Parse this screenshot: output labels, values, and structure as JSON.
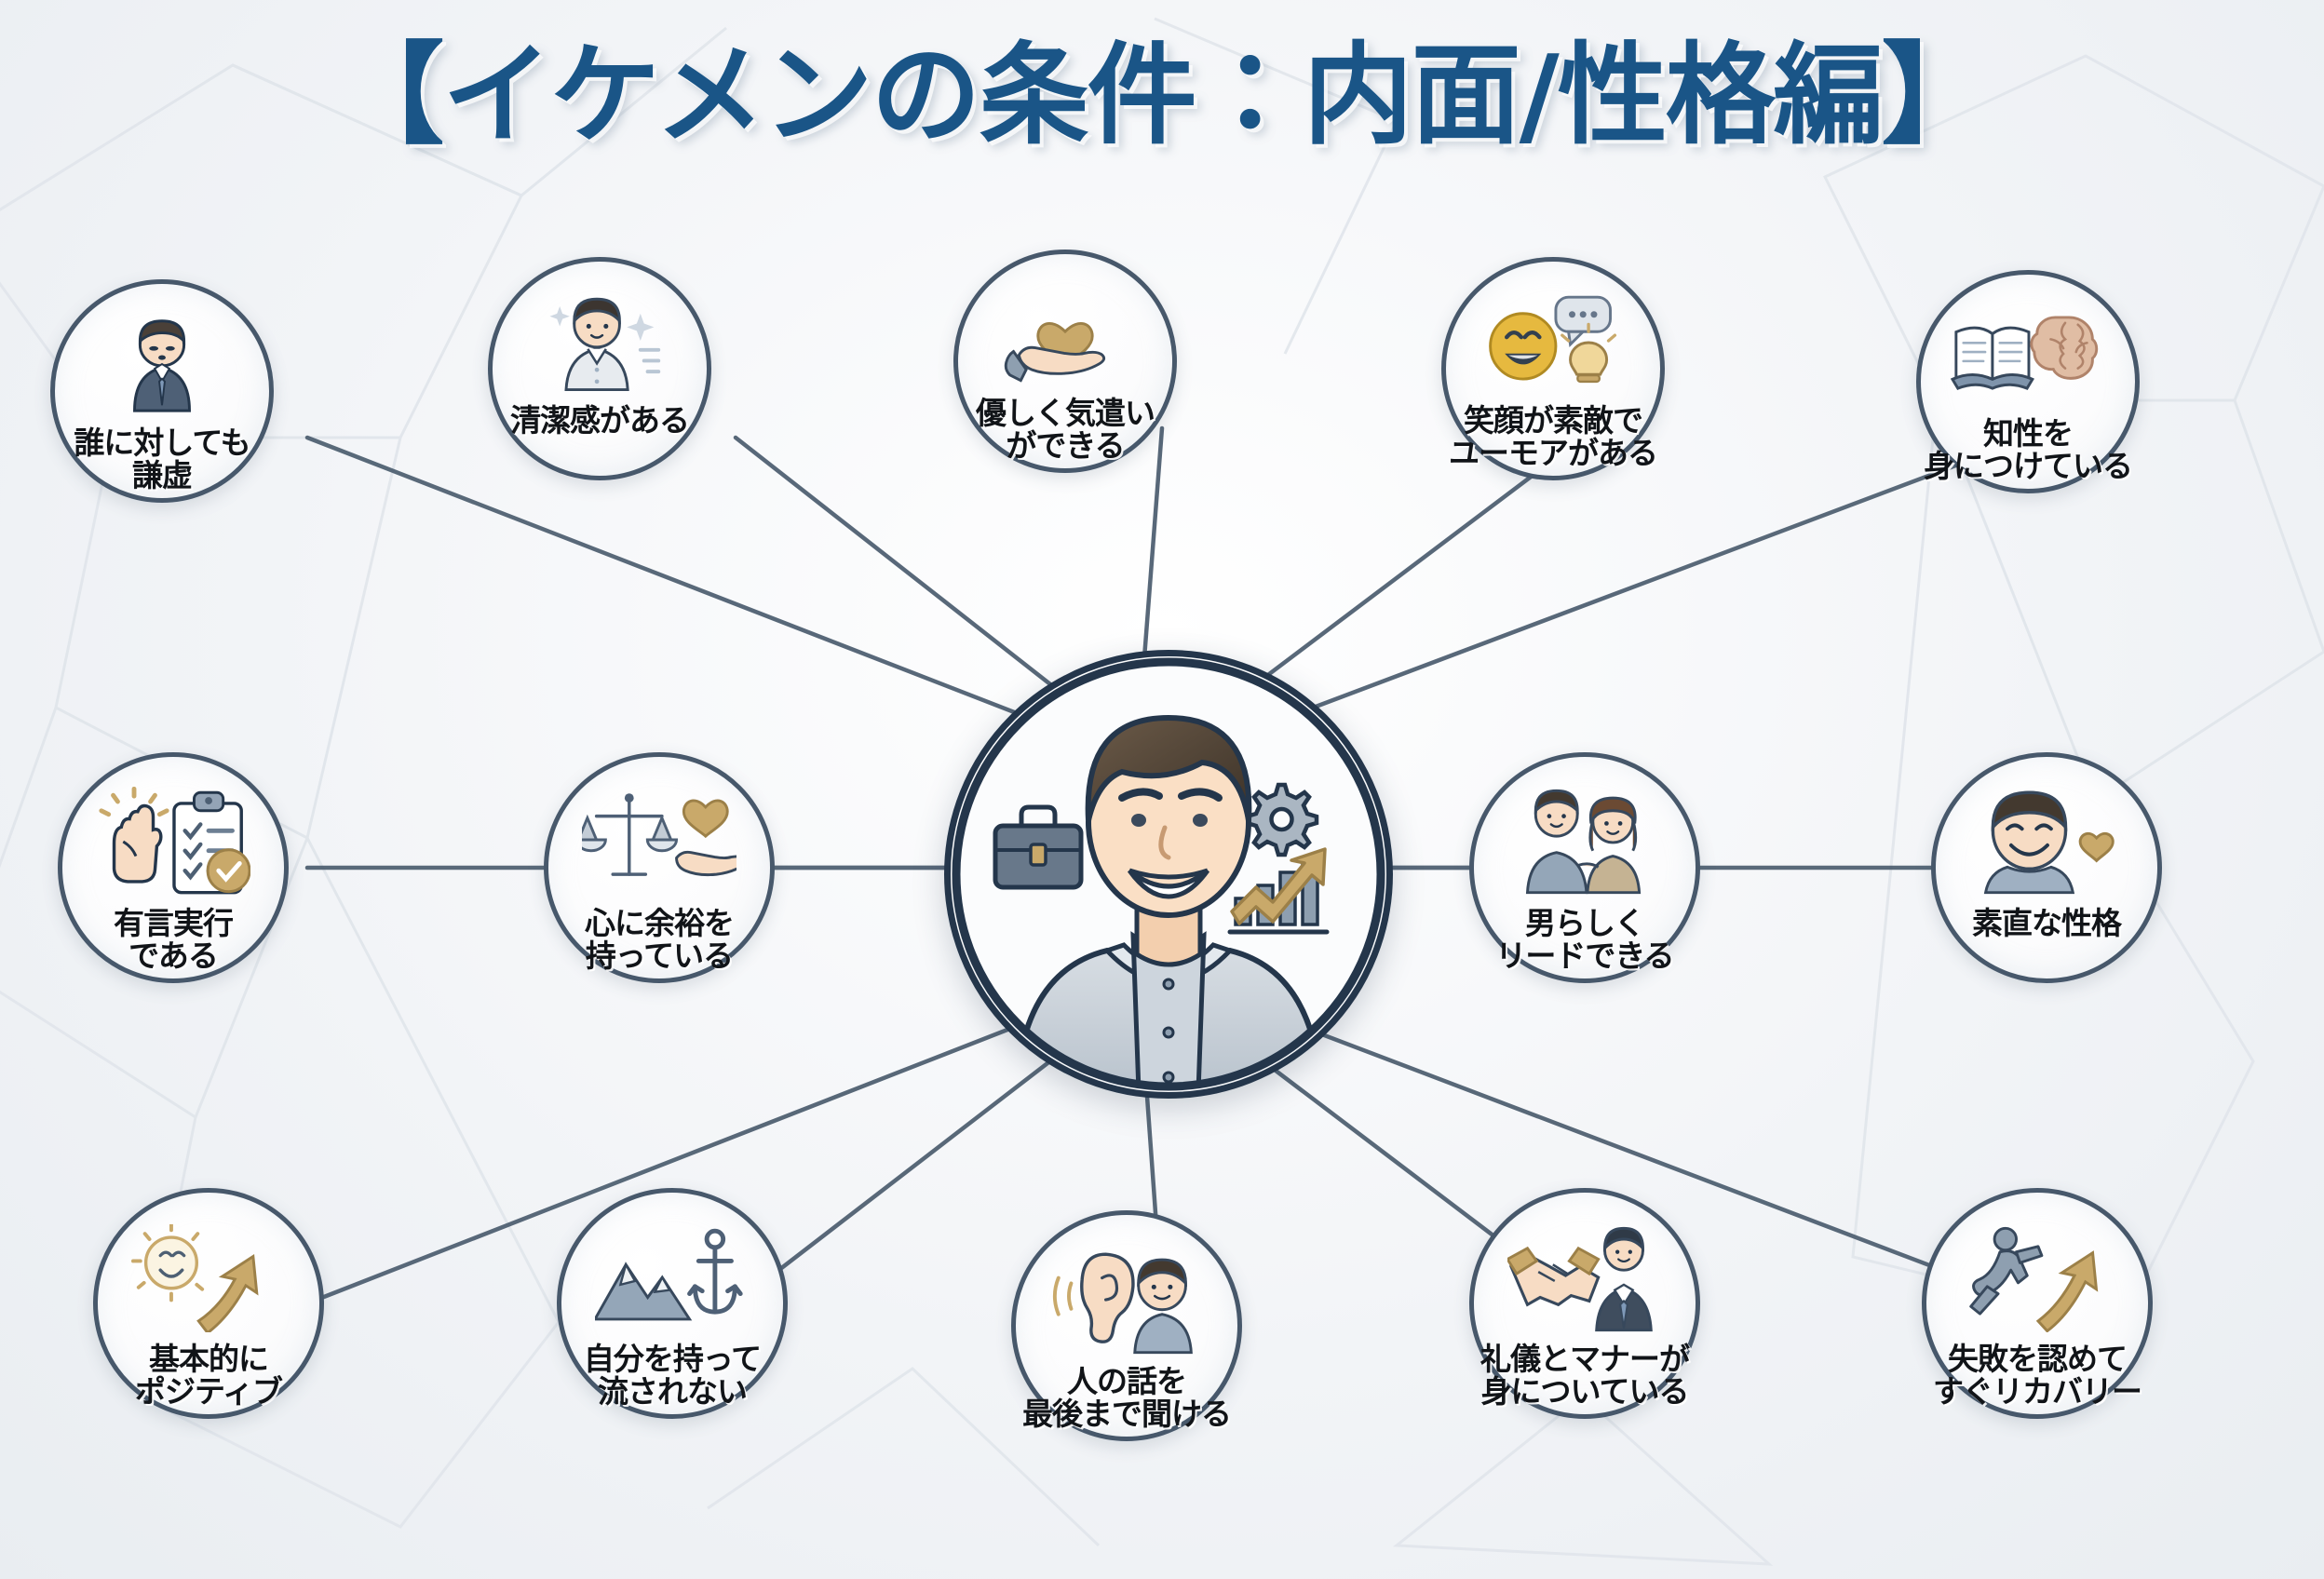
{
  "page": {
    "title": "【イケメンの条件：内面/性格編】",
    "background_color": "#f2f4f7",
    "title_color": "#1a5587",
    "node_border_color": "#47586b",
    "hub_border_color": "#24364b",
    "accent_gold": "#c9a96a",
    "label_color": "#111418"
  },
  "hub": {
    "name": "central-man-illustration",
    "icons": [
      "briefcase-icon",
      "gear-icon",
      "growth-chart-icon"
    ],
    "description": "smiling-man-portrait"
  },
  "nodes": [
    {
      "id": "humble",
      "label": "誰に対しても\n謙虚",
      "icon": "bowing-businessman-icon",
      "row": 1
    },
    {
      "id": "clean",
      "label": "清潔感がある",
      "icon": "clean-man-sparkle-icon",
      "row": 1
    },
    {
      "id": "kind",
      "label": "優しく気遣い\nができる",
      "icon": "heart-in-hand-icon",
      "row": 1
    },
    {
      "id": "humor",
      "label": "笑顔が素敵で\nユーモアがある",
      "icon": "laughing-face-bulb-icon",
      "row": 1
    },
    {
      "id": "intellect",
      "label": "知性を\n身につけている",
      "icon": "book-brain-icon",
      "row": 1
    },
    {
      "id": "promise",
      "label": "有言実行\nである",
      "icon": "fist-checklist-icon",
      "row": 2
    },
    {
      "id": "composure",
      "label": "心に余裕を\n持っている",
      "icon": "scale-heart-hand-icon",
      "row": 2
    },
    {
      "id": "lead",
      "label": "男らしく\nリードできる",
      "icon": "couple-leading-icon",
      "row": 2
    },
    {
      "id": "honest",
      "label": "素直な性格",
      "icon": "smiling-man-heart-icon",
      "row": 2
    },
    {
      "id": "positive",
      "label": "基本的に\nポジティブ",
      "icon": "sun-smile-arrow-icon",
      "row": 3
    },
    {
      "id": "selfbelief",
      "label": "自分を持って\n流されない",
      "icon": "mountain-anchor-icon",
      "row": 3
    },
    {
      "id": "listener",
      "label": "人の話を\n最後まで聞ける",
      "icon": "ear-listening-icon",
      "row": 3
    },
    {
      "id": "manners",
      "label": "礼儀とマナーが\n身についている",
      "icon": "handshake-suit-icon",
      "row": 3
    },
    {
      "id": "recovery",
      "label": "失敗を認めて\nすぐリカバリー",
      "icon": "stumble-recover-arrow-icon",
      "row": 3
    }
  ]
}
